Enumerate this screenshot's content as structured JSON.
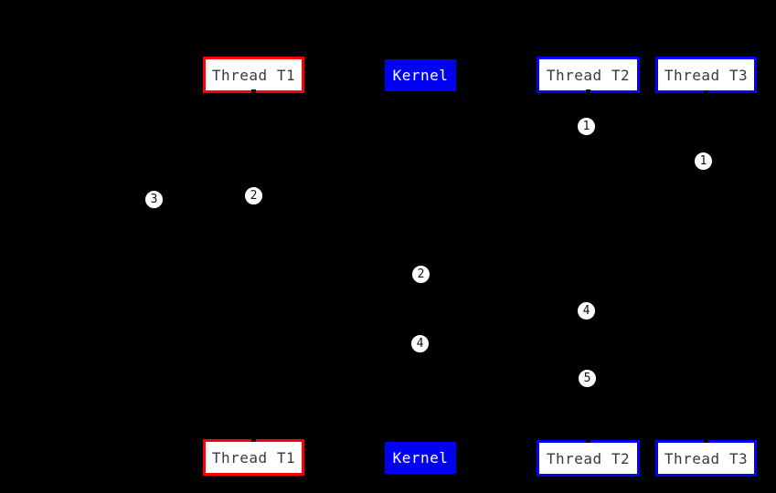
{
  "figure": {
    "type": "sequence-diagram",
    "background": "#000000",
    "colors": {
      "thread_t1_border": "#ff0000",
      "thread_t2_t3_border": "#0000ff",
      "kernel_background": "#0000f5",
      "box_fill": "#ffffff",
      "box_text": "#3a3a3a",
      "kernel_text": "#ffffff",
      "marker_fill": "#ffffff",
      "marker_text": "#111111"
    },
    "boxes": {
      "top": [
        {
          "id": "thread-t1",
          "label": "Thread T1"
        },
        {
          "id": "kernel",
          "label": "Kernel"
        },
        {
          "id": "thread-t2",
          "label": "Thread T2"
        },
        {
          "id": "thread-t3",
          "label": "Thread T3"
        }
      ],
      "bottom": [
        {
          "id": "thread-t1",
          "label": "Thread T1"
        },
        {
          "id": "kernel",
          "label": "Kernel"
        },
        {
          "id": "thread-t2",
          "label": "Thread T2"
        },
        {
          "id": "thread-t3",
          "label": "Thread T3"
        }
      ]
    },
    "markers": [
      {
        "label": "1",
        "lane": "thread-t2"
      },
      {
        "label": "1",
        "lane": "thread-t3"
      },
      {
        "label": "2",
        "lane": "thread-t1"
      },
      {
        "label": "3",
        "lane": "left-of-thread-t1"
      },
      {
        "label": "2",
        "lane": "kernel"
      },
      {
        "label": "4",
        "lane": "thread-t2"
      },
      {
        "label": "4",
        "lane": "kernel"
      },
      {
        "label": "5",
        "lane": "thread-t2"
      }
    ]
  }
}
